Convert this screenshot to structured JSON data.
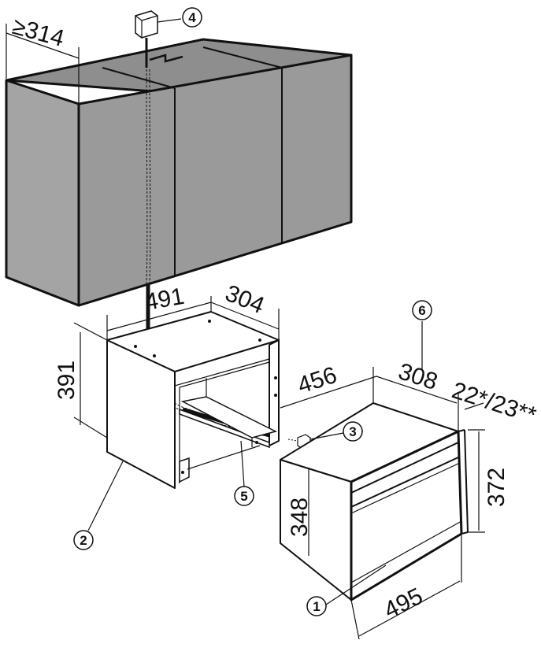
{
  "dimensions": {
    "cabinet_depth_min": "≥314",
    "niche_width": "491",
    "niche_depth": "304",
    "niche_height": "391",
    "appliance_depth": "456",
    "front_depth": "308",
    "front_thickness": "22*/23**",
    "front_height": "372",
    "body_height": "348",
    "appliance_width": "495"
  },
  "callouts": {
    "c1": "1",
    "c2": "2",
    "c3": "3",
    "c4": "4",
    "c5": "5",
    "c6": "6"
  },
  "colors": {
    "cabinet_gray": "#9a9a9a",
    "outline": "#111111",
    "background": "#ffffff"
  }
}
